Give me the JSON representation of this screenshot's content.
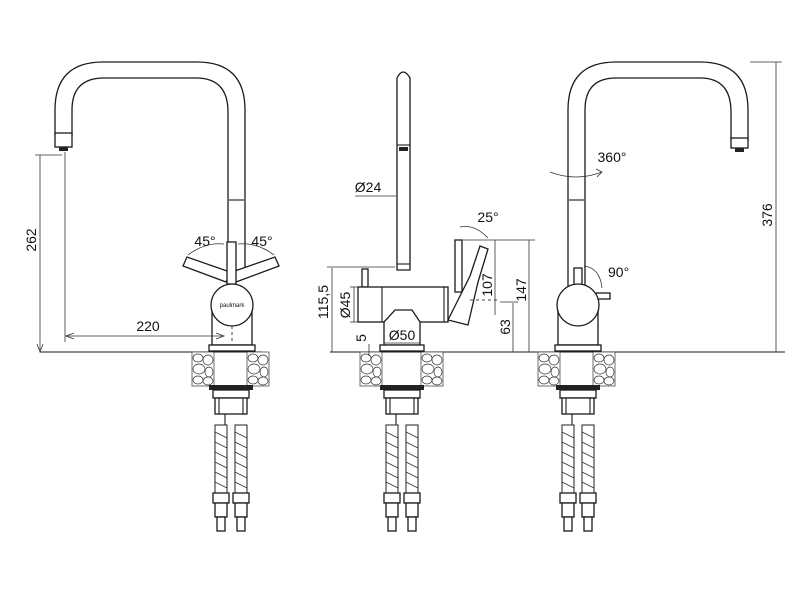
{
  "drawing": {
    "title": "Kitchen faucet technical drawing",
    "brand_logo": "paulmark",
    "front_view": {
      "height_spout": "262",
      "reach": "220",
      "lever_angle_left": "45°",
      "lever_angle_right": "45°"
    },
    "side_view": {
      "spout_diameter": "Ø24",
      "body_diameter": "Ø45",
      "base_diameter": "Ø50",
      "base_height": "5",
      "body_height": "115,5",
      "lever_angle": "25°",
      "lever_height_107": "107",
      "lever_height_63": "63",
      "lever_height_147": "147"
    },
    "back_view": {
      "rotation": "360°",
      "lever_angle": "90°",
      "total_height": "376"
    }
  }
}
